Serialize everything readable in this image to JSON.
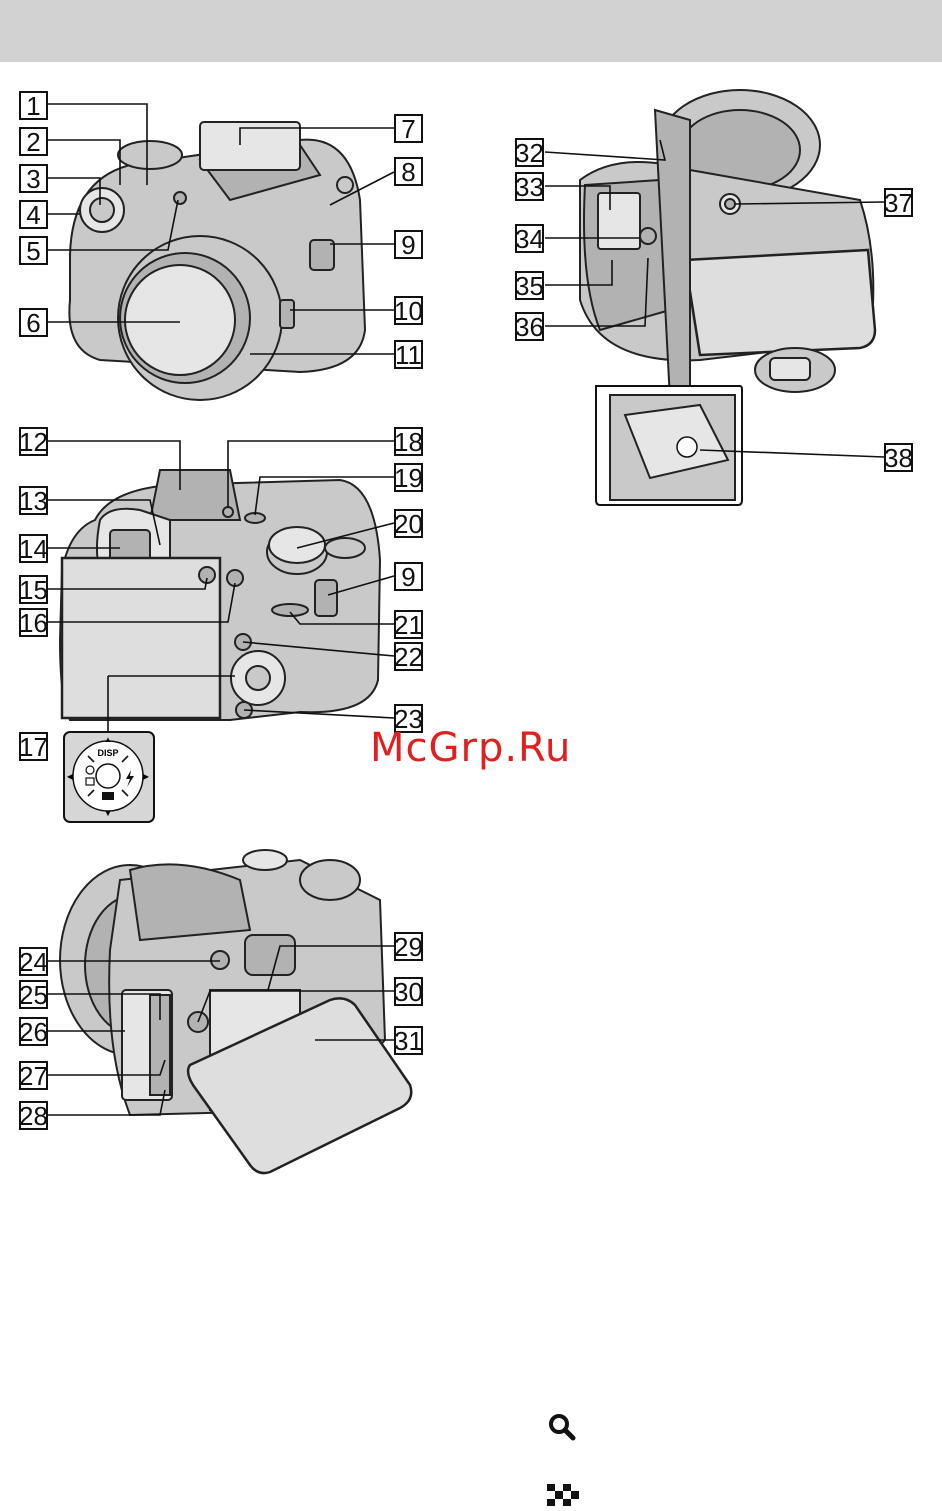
{
  "watermark": "McGrp.Ru",
  "callouts": [
    "1",
    "2",
    "3",
    "4",
    "5",
    "6",
    "7",
    "8",
    "9",
    "10",
    "11",
    "12",
    "13",
    "14",
    "15",
    "16",
    "17",
    "18",
    "19",
    "9",
    "20",
    "21",
    "22",
    "23",
    "24",
    "25",
    "26",
    "27",
    "28",
    "29",
    "30",
    "31",
    "32",
    "33",
    "34",
    "35",
    "36",
    "37",
    "38"
  ],
  "dial_labels": {
    "top": "DISP"
  },
  "icons": {
    "search": "search-icon",
    "index": "checker-index-icon"
  }
}
